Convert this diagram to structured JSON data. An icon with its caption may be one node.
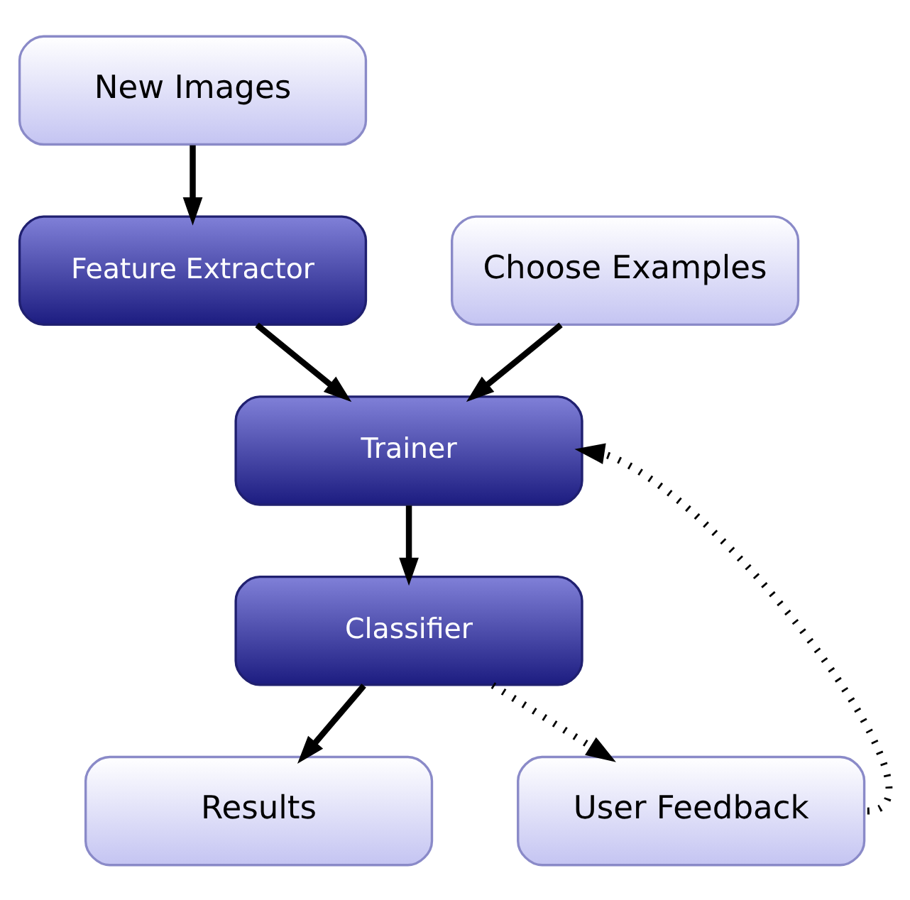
{
  "diagram": {
    "nodes": [
      {
        "text": [
          "New Images"
        ]
      },
      {
        "text": [
          "Choose Examples"
        ]
      },
      {
        "text": [
          "Feature Extractor"
        ]
      },
      {
        "text": [
          "Trainer"
        ]
      },
      {
        "text": [
          "Classifier"
        ]
      },
      {
        "text": [
          "Results"
        ]
      },
      {
        "text": [
          "User Feedback"
        ]
      }
    ],
    "edges": [
      {
        "from": 0,
        "to": 2,
        "arrow": "to"
      },
      {
        "from": 1,
        "to": 3,
        "arrow": "to"
      },
      {
        "from": 2,
        "to": 3,
        "arrow": "to"
      },
      {
        "from": 3,
        "to": 4,
        "arrow": "to"
      },
      {
        "from": 4,
        "to": 5,
        "arrow": "to"
      },
      {
        "from": 4,
        "to": 6,
        "arrow": "to",
        "style": "dashed"
      },
      {
        "from": 6,
        "to": 3,
        "arrow": "to",
        "style": "dashed"
      }
    ]
  }
}
